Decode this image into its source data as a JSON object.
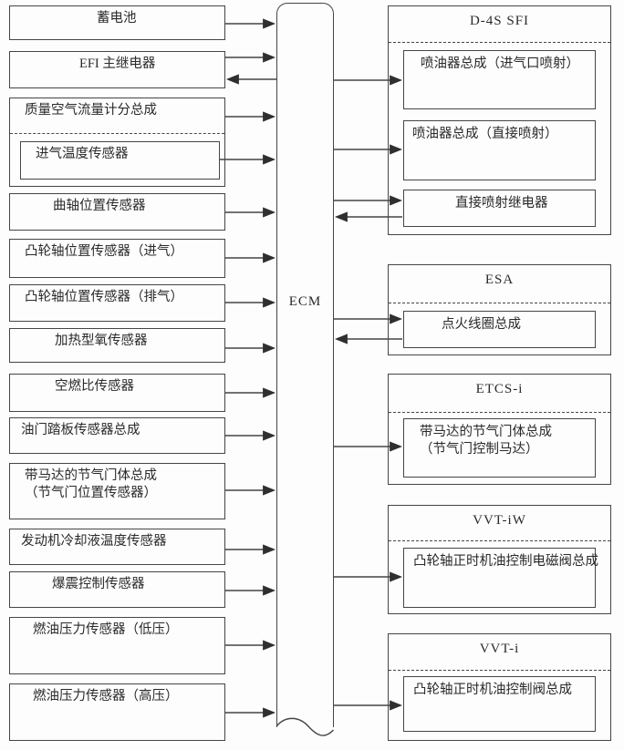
{
  "ecm_label": "ECM",
  "colors": {
    "line": "#454545",
    "background": "#fdfdfd",
    "text": "#2a2a2a"
  },
  "left": [
    {
      "label": "蓄电池"
    },
    {
      "label": "EFI 主继电器"
    },
    {
      "label": "质量空气流量计分总成",
      "inner": "进气温度传感器"
    },
    {
      "label": "曲轴位置传感器"
    },
    {
      "label": "凸轮轴位置传感器（进气）"
    },
    {
      "label": "凸轮轴位置传感器（排气）"
    },
    {
      "label": "加热型氧传感器"
    },
    {
      "label": "空燃比传感器"
    },
    {
      "label": "油门踏板传感器总成"
    },
    {
      "label": "带马达的节气门体总成",
      "label2": "（节气门位置传感器）"
    },
    {
      "label": "发动机冷却液温度传感器"
    },
    {
      "label": "爆震控制传感器"
    },
    {
      "label": "燃油压力传感器（低压）"
    },
    {
      "label": "燃油压力传感器（高压）"
    }
  ],
  "right": [
    {
      "title": "D-4S SFI",
      "items": [
        {
          "label": "喷油器总成（进气口喷射）"
        },
        {
          "label": "喷油器总成（直接喷射）"
        },
        {
          "label": "直接喷射继电器"
        }
      ]
    },
    {
      "title": "ESA",
      "items": [
        {
          "label": "点火线圈总成"
        }
      ]
    },
    {
      "title": "ETCS-i",
      "items": [
        {
          "label": "带马达的节气门体总成",
          "label2": "（节气门控制马达）"
        }
      ]
    },
    {
      "title": "VVT-iW",
      "items": [
        {
          "label": "凸轮轴正时机油控制电磁阀总成"
        }
      ]
    },
    {
      "title": "VVT-i",
      "items": [
        {
          "label": "凸轮轴正时机油控制阀总成"
        }
      ]
    }
  ]
}
